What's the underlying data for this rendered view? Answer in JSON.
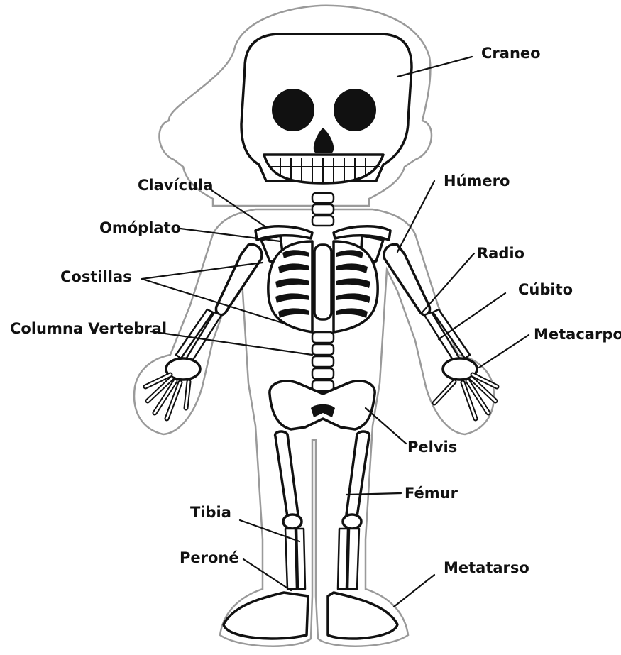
{
  "diagram": {
    "labels": {
      "craneo": "Craneo",
      "clavicula": "Clavícula",
      "humero": "Húmero",
      "omoplato": "Omóplato",
      "radio": "Radio",
      "costillas": "Costillas",
      "cubito": "Cúbito",
      "columna": "Columna Vertebral",
      "metacarpo": "Metacarpo",
      "pelvis": "Pelvis",
      "femur": "Fémur",
      "tibia": "Tibia",
      "perone": "Peroné",
      "metatarso": "Metatarso"
    }
  }
}
